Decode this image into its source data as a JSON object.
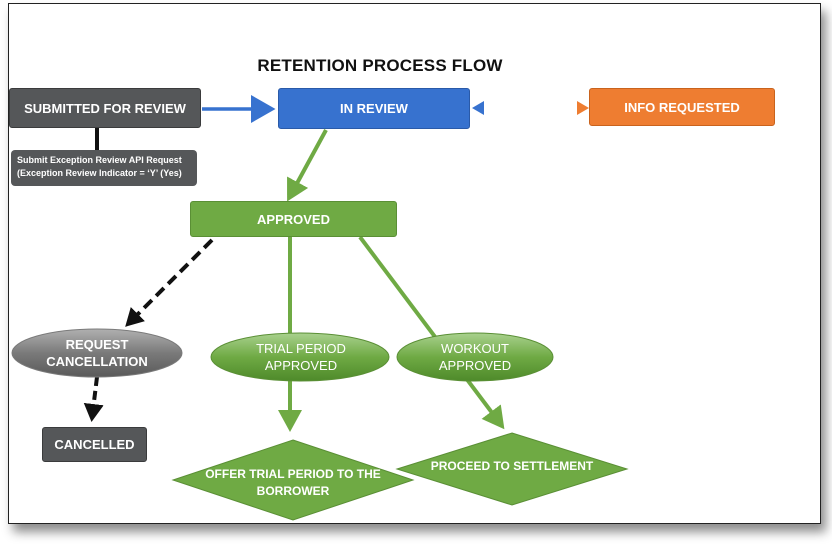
{
  "diagram": {
    "title": "RETENTION PROCESS FLOW",
    "nodes": {
      "submitted": "SUBMITTED FOR REVIEW",
      "in_review": "IN REVIEW",
      "info_requested": "INFO REQUESTED",
      "approved": "APPROVED",
      "request_cancellation_line1": "REQUEST",
      "request_cancellation_line2": "CANCELLATION",
      "cancelled": "CANCELLED",
      "trial_period_line1": "TRIAL PERIOD",
      "trial_period_line2": "APPROVED",
      "workout_line1": "WORKOUT",
      "workout_line2": "APPROVED",
      "offer_trial_line1": "OFFER TRIAL PERIOD TO THE",
      "offer_trial_line2": "BORROWER",
      "proceed_settlement": "PROCEED TO SETTLEMENT"
    },
    "note": {
      "line1": "Submit Exception Review API Request",
      "line2": "(Exception Review Indicator = ‘Y’ (Yes)"
    },
    "colors": {
      "gray": "#555759",
      "blue": "#3772cf",
      "orange": "#ee7d31",
      "green": "#6faa44"
    }
  }
}
